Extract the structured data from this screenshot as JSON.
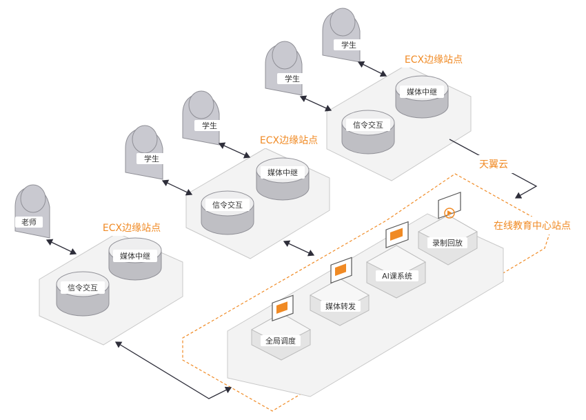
{
  "edge_sites": [
    {
      "title": "ECX边缘站点",
      "signaling": "信令交互",
      "media": "媒体中继"
    },
    {
      "title": "ECX边缘站点",
      "signaling": "信令交互",
      "media": "媒体中继"
    },
    {
      "title": "ECX边缘站点",
      "signaling": "信令交互",
      "media": "媒体中继"
    }
  ],
  "users": {
    "teacher": "老师",
    "student": "学生"
  },
  "cloud": {
    "label": "天翼云",
    "center_title": "在线教育中心站点",
    "services": [
      "全局调度",
      "媒体转发",
      "AI课系统",
      "录制回放"
    ]
  }
}
